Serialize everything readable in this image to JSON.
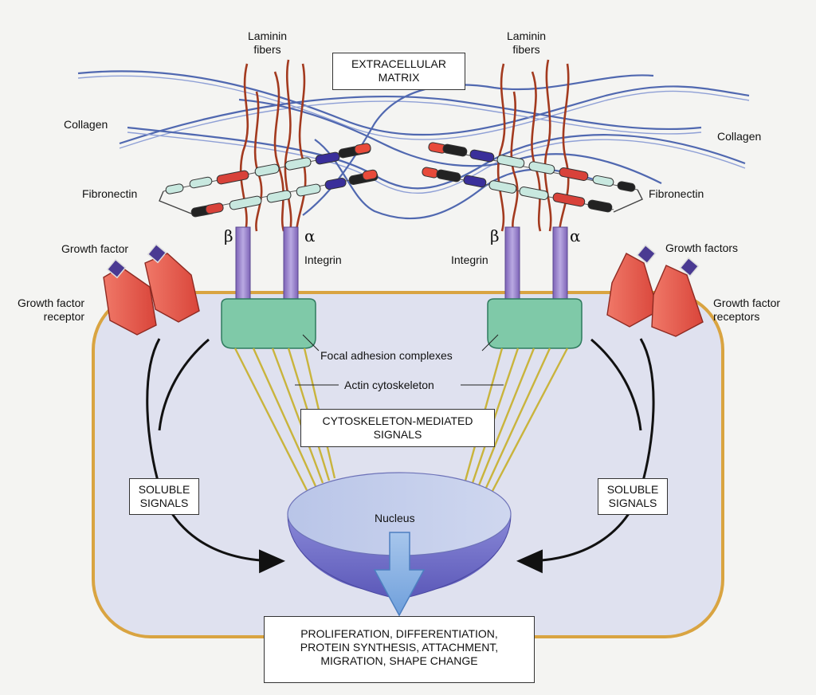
{
  "labels": {
    "laminin_left": [
      "Laminin",
      "fibers"
    ],
    "laminin_right": [
      "Laminin",
      "fibers"
    ],
    "collagen_left": "Collagen",
    "collagen_right": "Collagen",
    "fibronectin_left": "Fibronectin",
    "fibronectin_right": "Fibronectin",
    "beta": "β",
    "alpha": "α",
    "integrin": "Integrin",
    "growth_factor": "Growth factor",
    "growth_factors": "Growth factors",
    "receptor_left": [
      "Growth factor",
      "receptor"
    ],
    "receptor_right": [
      "Growth factor",
      "receptors"
    ],
    "focal_adhesion": "Focal adhesion complexes",
    "actin": "Actin cytoskeleton",
    "nucleus": "Nucleus"
  },
  "boxes": {
    "ecm": [
      "EXTRACELLULAR",
      "MATRIX"
    ],
    "cytoskeleton": [
      "CYTOSKELETON-MEDIATED",
      "SIGNALS"
    ],
    "soluble": [
      "SOLUBLE",
      "SIGNALS"
    ],
    "outcome": [
      "PROLIFERATION, DIFFERENTIATION,",
      "PROTEIN SYNTHESIS, ATTACHMENT,",
      "MIGRATION, SHAPE CHANGE"
    ]
  },
  "colors": {
    "cell_fill": "#dfe1ef",
    "membrane": "#d9a441",
    "collagen": "#5068b0",
    "laminin": "#a33a1f",
    "integrin": "#9b86c8",
    "focal_adhesion": "#7fc9a8",
    "receptor": "#e3574a",
    "nucleus": "#8f8fd8",
    "actin": "#d8c65a"
  }
}
